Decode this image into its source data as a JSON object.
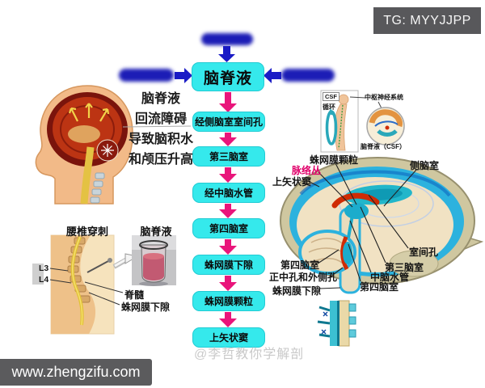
{
  "header": {
    "tg_badge": "TG: MYYJJPP"
  },
  "footer": {
    "site_badge": "www.zhengzifu.com",
    "watermark": "@李哲教你学解剖"
  },
  "flowchart": {
    "main": "脑脊液",
    "steps": [
      "经侧脑室室间孔",
      "第三脑室",
      "经中脑水管",
      "第四脑室",
      "蛛网膜下隙",
      "蛛网膜颗粒",
      "上矢状窦"
    ]
  },
  "hydrocephalus_note": {
    "line1": "脑脊液",
    "line2": "回流障碍",
    "line3": "导致脑积水",
    "line4": "和颅压升高"
  },
  "lumbar_puncture": {
    "title": "腰椎穿刺",
    "l3": "L3",
    "l4": "L4",
    "spinal_cord": "脊髓",
    "subarachnoid_space": "蛛网膜下隙"
  },
  "csf_sample": {
    "title": "脑脊液"
  },
  "circulation_inset": {
    "csf_label": "CSF",
    "cycle_label": "循环",
    "cns_label": "中枢神经系统",
    "csf_full_label": "脑脊液（CSF）"
  },
  "brain_labels": {
    "arachnoid_granulations": "蛛网膜颗粒",
    "choroid_plexus": "脉络丛",
    "superior_sagittal_sinus": "上矢状窦",
    "lateral_ventricle": "侧脑室",
    "interventricular_foramen": "室间孔",
    "third_ventricle": "第三脑室",
    "cerebral_aqueduct": "中脑水管",
    "fourth_ventricle": "第四脑室",
    "fourth_ventricle_left": "第四脑室",
    "median_and_lateral_apertures": "正中孔和外侧孔",
    "subarachnoid_space": "蛛网膜下隙"
  },
  "colors": {
    "flow_box_cyan": "#35e9ec",
    "arrow_magenta": "#e9157b",
    "arrow_blue": "#1a1bc6",
    "blob_blue": "#1c1db6",
    "choroid_label_magenta": "#e0006a",
    "badge_gray": "#58585b",
    "csf_layer_blue": "#2cb2de",
    "skull_beige": "#cfc7a0",
    "choroid_red": "#cf2b04"
  }
}
